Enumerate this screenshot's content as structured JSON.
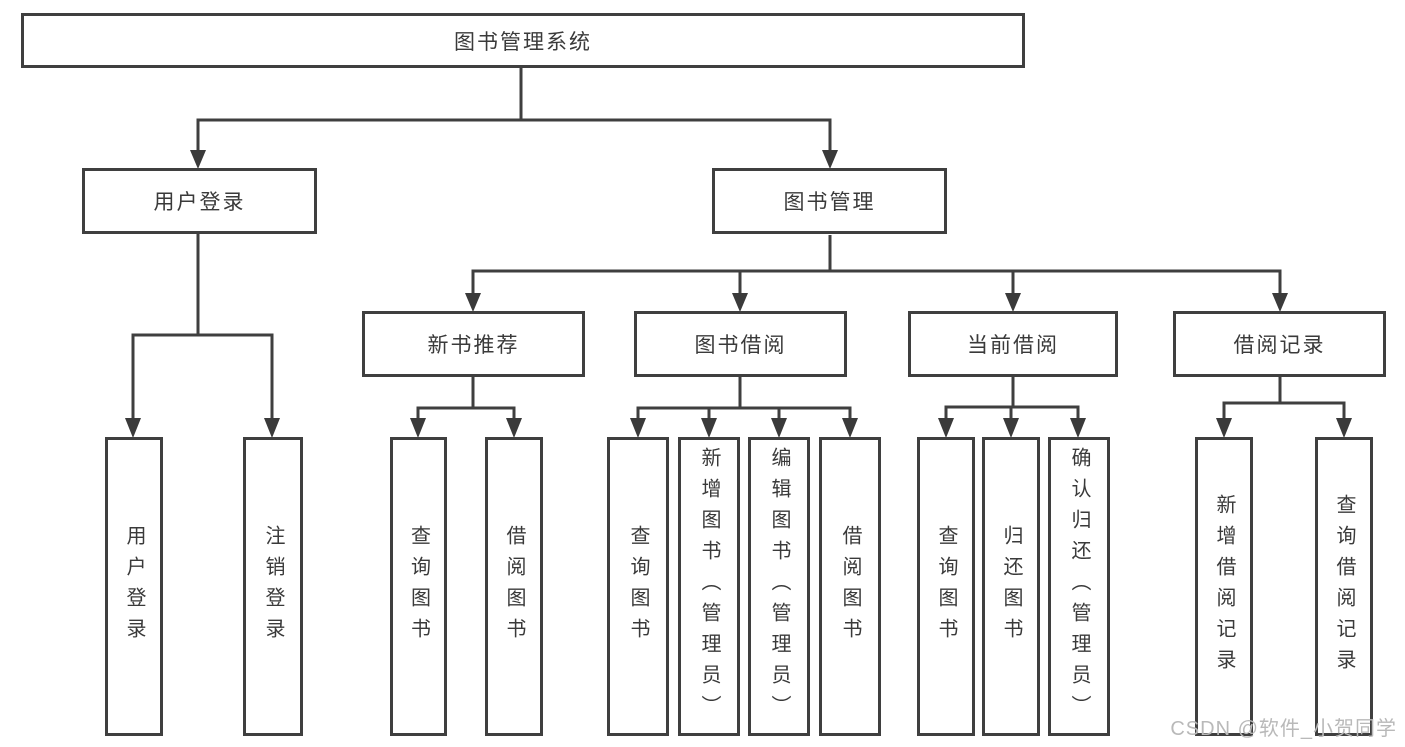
{
  "diagram": {
    "root": {
      "label": "图书管理系统"
    },
    "level1": {
      "user_login": {
        "label": "用户登录"
      },
      "book_management": {
        "label": "图书管理"
      }
    },
    "level2": {
      "new_book_recommend": {
        "label": "新书推荐"
      },
      "book_borrow": {
        "label": "图书借阅"
      },
      "current_borrow": {
        "label": "当前借阅"
      },
      "borrow_records": {
        "label": "借阅记录"
      }
    },
    "leaves": {
      "user_login": {
        "label": "用户登录"
      },
      "logout": {
        "label": "注销登录"
      },
      "recommend_query_books": {
        "label": "查询图书"
      },
      "recommend_borrow_books": {
        "label": "借阅图书"
      },
      "borrow_query_books": {
        "label": "查询图书"
      },
      "borrow_add_books": {
        "label": "新增图书（管理员）"
      },
      "borrow_edit_books": {
        "label": "编辑图书（管理员）"
      },
      "borrow_borrow_books": {
        "label": "借阅图书"
      },
      "current_query_books": {
        "label": "查询图书"
      },
      "current_return_books": {
        "label": "归还图书"
      },
      "current_confirm_return": {
        "label": "确认归还（管理员）"
      },
      "records_add_record": {
        "label": "新增借阅记录"
      },
      "records_query_record": {
        "label": "查询借阅记录"
      }
    }
  },
  "watermark": {
    "text": "CSDN @软件_小贺同学"
  },
  "colors": {
    "line": "#3f3f3f",
    "text": "#3a3a3a",
    "box_background": "#ffffff",
    "watermark": "#b9b9b9",
    "page_background": "#ffffff"
  }
}
